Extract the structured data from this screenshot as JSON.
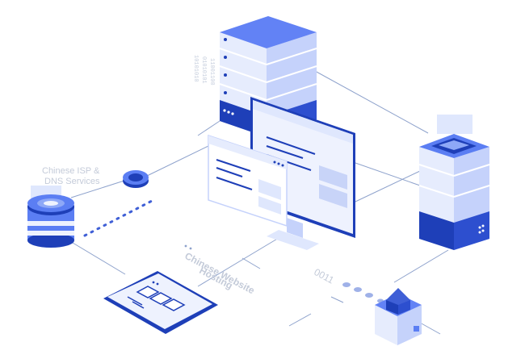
{
  "labels": {
    "isp_line1": "Chinese ISP &",
    "isp_line2": "DNS Services",
    "hosting_line1": "Chinese Website",
    "hosting_line2": "Hosting",
    "bits": "0011",
    "binary_1": "10101010",
    "binary_2": "01010101",
    "binary_3": "11001100"
  },
  "colors": {
    "primary": "#1e3fb8",
    "accent": "#5b7ef3",
    "light": "#dfe7fd",
    "pale": "#eef2fe",
    "line": "#8ea2cc"
  }
}
